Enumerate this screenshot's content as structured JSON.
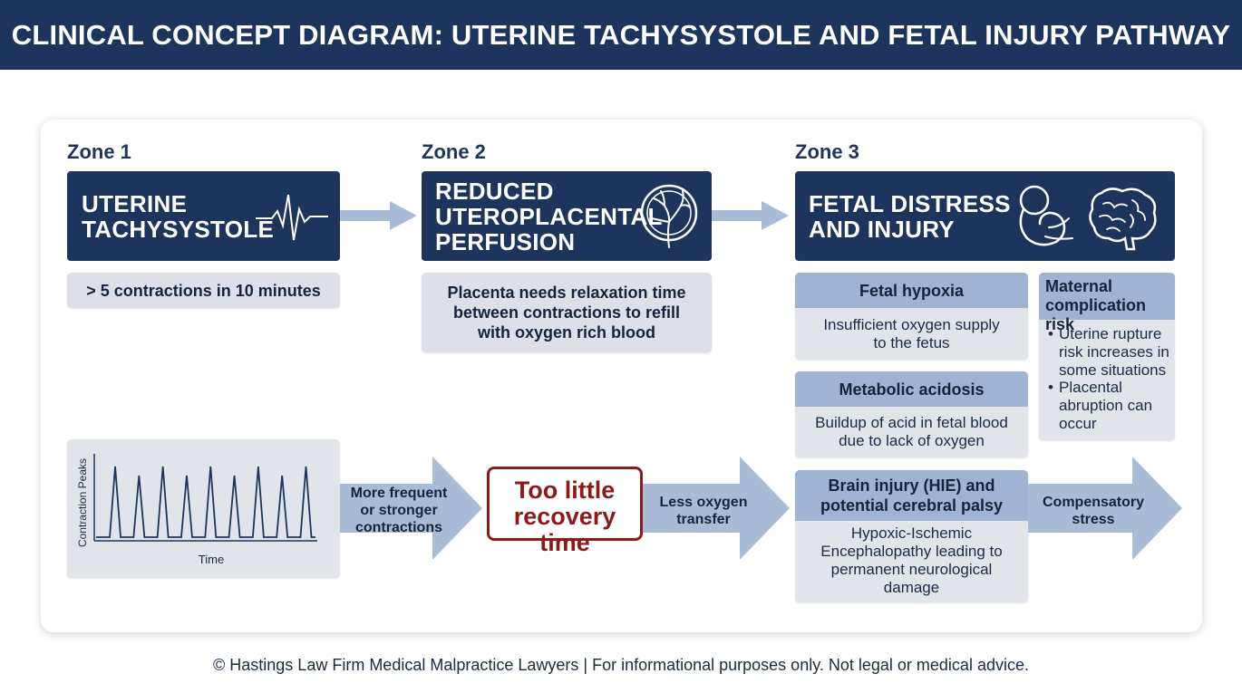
{
  "header": {
    "title": "CLINICAL CONCEPT DIAGRAM: UTERINE TACHYSYSTOLE AND FETAL INJURY PATHWAY"
  },
  "zones": [
    {
      "label": "Zone 1",
      "title_lines": [
        "UTERINE",
        "TACHYSYSTOLE"
      ],
      "icon": "heartbeat-icon"
    },
    {
      "label": "Zone 2",
      "title_lines": [
        "REDUCED",
        "UTEROPLACENTAL",
        "PERFUSION"
      ],
      "icon": "placenta-icon"
    },
    {
      "label": "Zone 3",
      "title_lines": [
        "FETAL DISTRESS",
        "AND INJURY"
      ],
      "icons": [
        "fetus-icon",
        "brain-icon"
      ]
    }
  ],
  "zone1_note": "> 5 contractions in 10 minutes",
  "zone2_note_lines": [
    "Placenta needs relaxation time",
    "between contractions to refill",
    "with oxygen rich blood"
  ],
  "fetal_cards": [
    {
      "title_lines": [
        "Fetal hypoxia"
      ],
      "body_lines": [
        "Insufficient oxygen supply",
        "to the fetus"
      ]
    },
    {
      "title_lines": [
        "Metabolic acidosis"
      ],
      "body_lines": [
        "Buildup of acid in fetal blood",
        "due to lack of oxygen"
      ]
    },
    {
      "title_lines": [
        "Brain injury (HIE) and",
        "potential cerebral palsy"
      ],
      "body_lines": [
        "Hypoxic-Ischemic",
        "Encephalopathy leading to",
        "permanent neurological",
        "damage"
      ]
    }
  ],
  "maternal": {
    "title_lines": [
      "Maternal",
      "complication risk"
    ],
    "bullets": [
      {
        "lines": [
          "Uterine rupture",
          "risk increases in",
          "some situations"
        ]
      },
      {
        "lines": [
          "Placental",
          "abruption can",
          "occur"
        ]
      }
    ]
  },
  "flow": {
    "arrow1_lines": [
      "More frequent",
      "or stronger",
      "contractions"
    ],
    "recovery_lines": [
      "Too little",
      "recovery time"
    ],
    "arrow2_lines": [
      "Less oxygen",
      "transfer"
    ],
    "arrow3_lines": [
      "Compensatory",
      "stress"
    ]
  },
  "chart_data": {
    "type": "line",
    "ylabel": "Contraction Peaks",
    "xlabel": "Time",
    "peaks": 9
  },
  "footer": {
    "text": "© Hastings Law Firm Medical Malpractice Lawyers | For informational purposes only. Not legal or medical advice."
  },
  "colors": {
    "navy": "#1d355c",
    "light_blue": "#9fb4d2",
    "arrow_blue": "#a8bcd8",
    "gray": "#dde1e7",
    "dark_red": "#8b1a1a"
  }
}
